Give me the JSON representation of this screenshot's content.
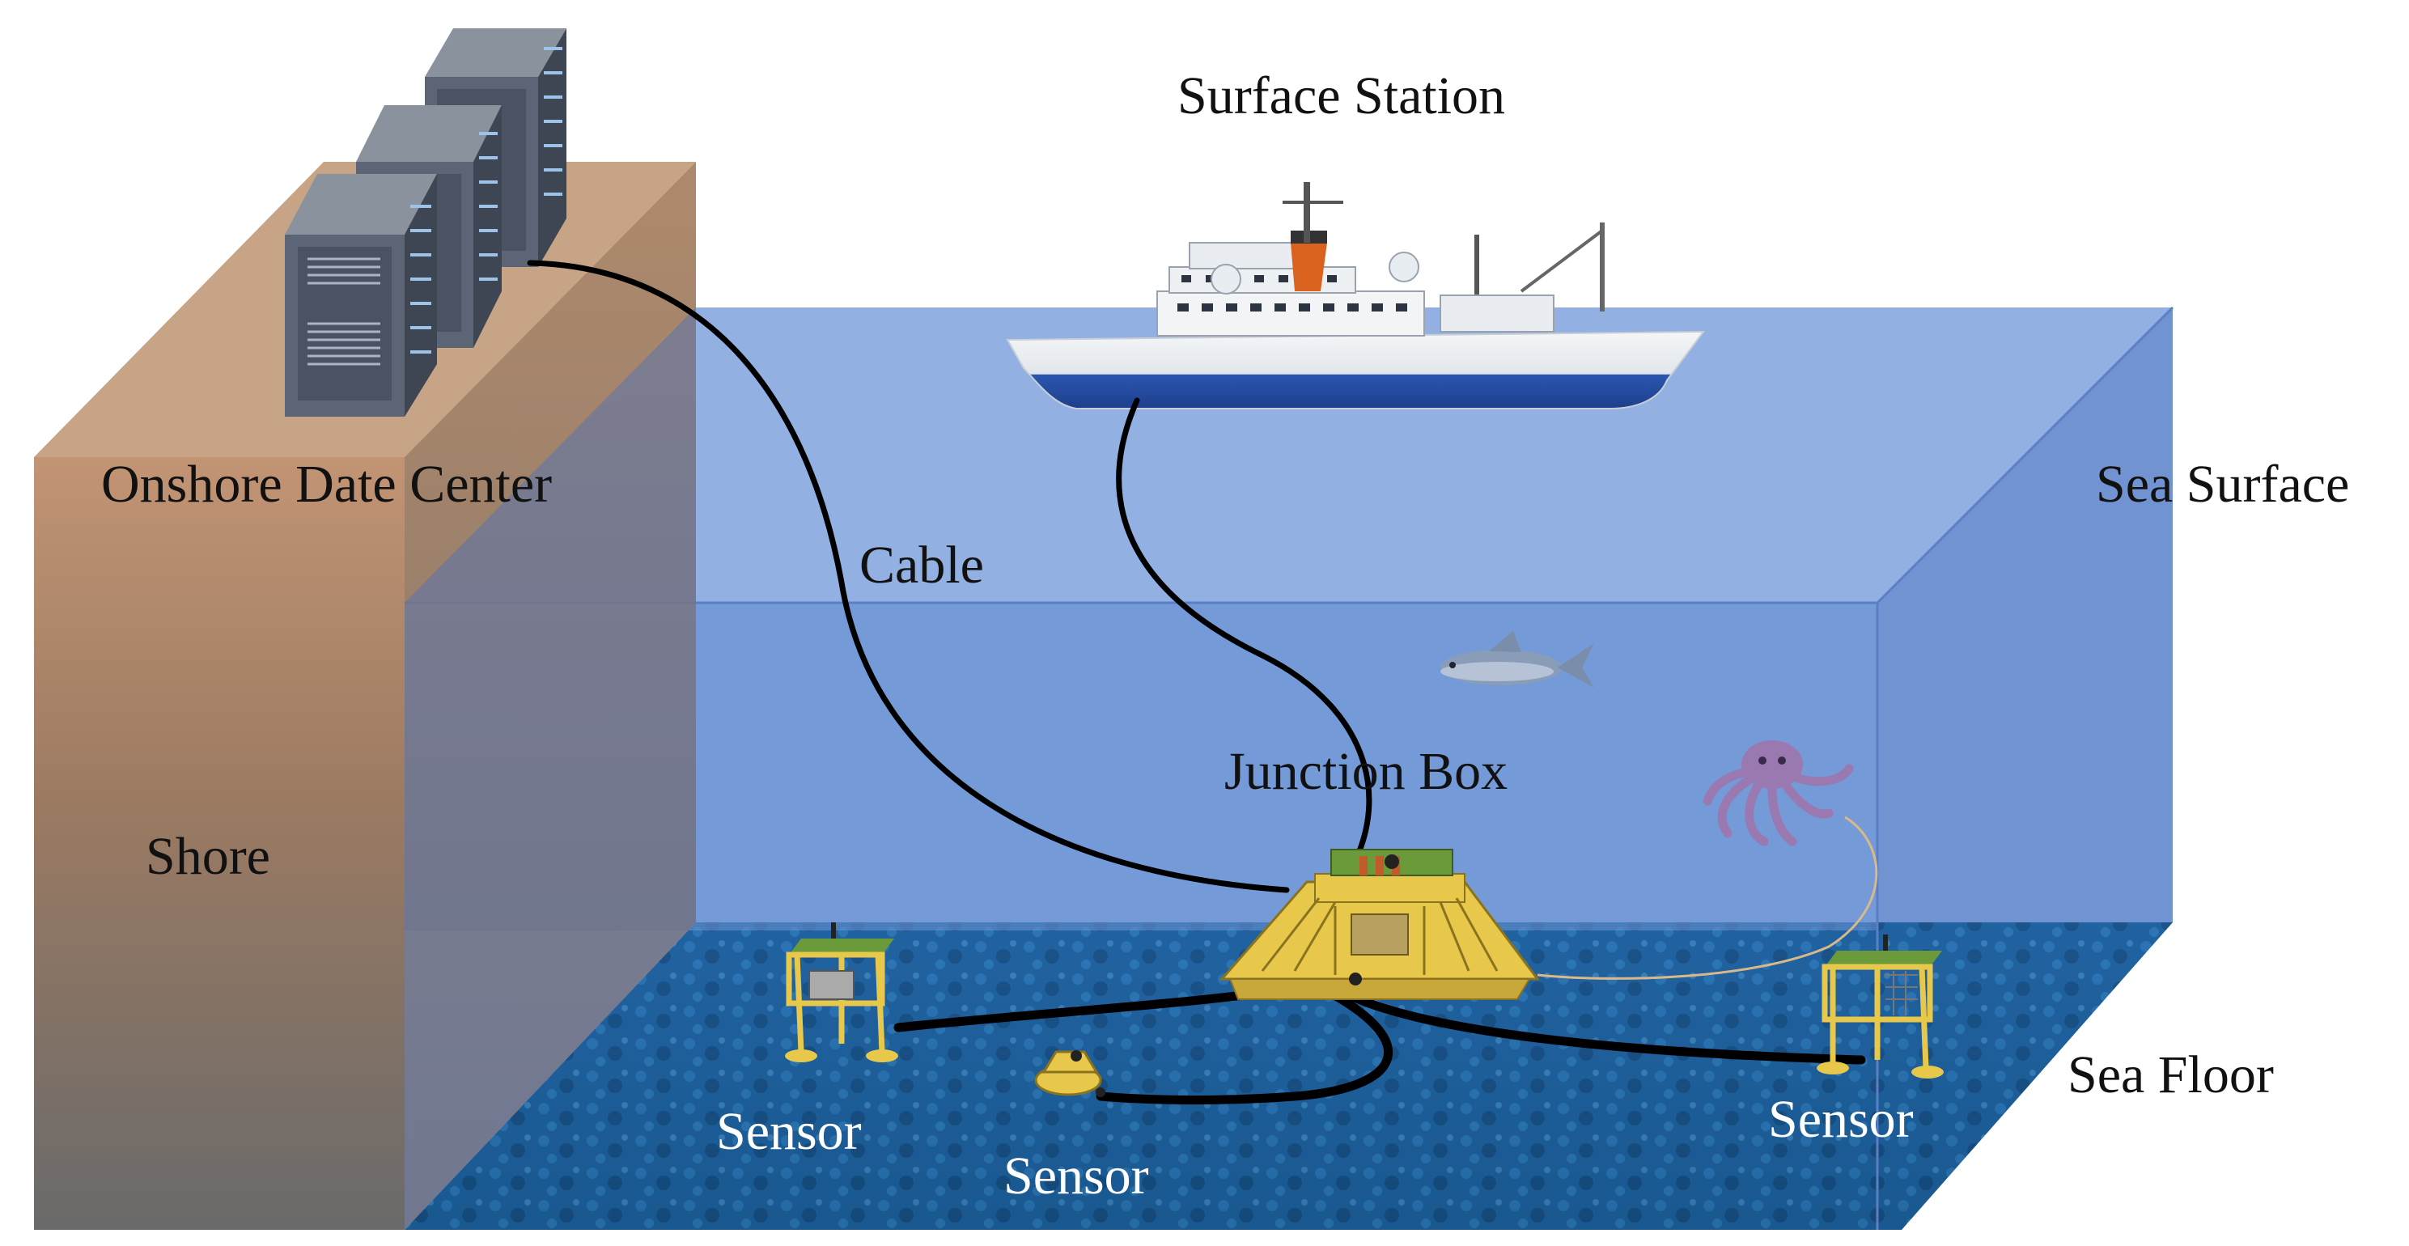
{
  "labels": {
    "surface_station": "Surface Station",
    "onshore_data_center": "Onshore Date Center",
    "sea_surface": "Sea Surface",
    "cable": "Cable",
    "junction_box": "Junction Box",
    "shore": "Shore",
    "sea_floor": "Sea Floor",
    "sensor_left": "Sensor",
    "sensor_middle": "Sensor",
    "sensor_right": "Sensor"
  },
  "colors": {
    "shore_top": "#c8a486",
    "shore_front_top": "#b8896a",
    "shore_front_bottom": "#6f6f6f",
    "water_top": "#8fb0e0",
    "water_front": "#6f95d6",
    "water_side": "#5f84c4",
    "seafloor": "#1f5fa0",
    "sensor_yellow": "#e8c84a",
    "cable": "#000000",
    "ship_hull": "#2a56b0",
    "server": "#5b6575",
    "label_white": "#ffffff",
    "label_black": "#111111"
  }
}
